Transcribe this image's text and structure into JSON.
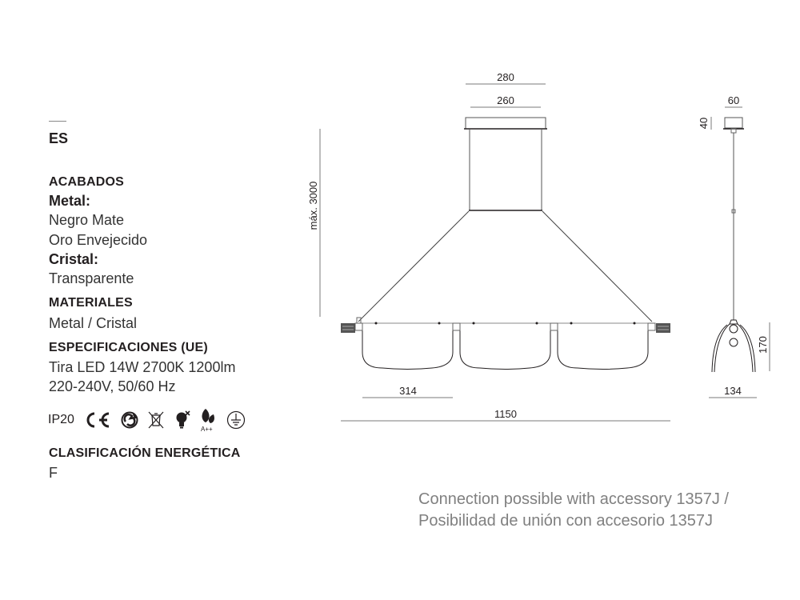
{
  "language": "ES",
  "sections": [
    {
      "heading": "ACABADOS",
      "groups": [
        {
          "label": "Metal:",
          "values": [
            "Negro Mate",
            "Oro Envejecido"
          ]
        },
        {
          "label": "Cristal:",
          "values": [
            "Transparente"
          ]
        }
      ]
    },
    {
      "heading": "MATERIALES",
      "values": [
        "Metal / Cristal"
      ]
    },
    {
      "heading": "ESPECIFICACIONES (UE)",
      "values": [
        "Tira LED 14W 2700K 1200lm",
        "220-240V, 50/60 Hz"
      ]
    },
    {
      "heading": "CLASIFICACIÓN ENERGÉTICA",
      "values": [
        "F"
      ]
    }
  ],
  "certifications": {
    "ip_rating": "IP20",
    "icons": [
      "ce-mark-icon",
      "green-dot-recycle-icon",
      "weee-crossed-bin-icon",
      "bulb-not-replaceable-icon",
      "energy-leaf-icon",
      "earth-ground-icon"
    ],
    "energy_label": "A++"
  },
  "drawing": {
    "dimensions": {
      "canopy_outer": "280",
      "canopy_inner": "260",
      "max_height": "máx. 3000",
      "shade_width": "314",
      "total_width": "1150",
      "side_canopy_width": "60",
      "side_canopy_height": "40",
      "side_shade_height": "170",
      "side_shade_width": "134"
    },
    "colors": {
      "line": "#231f20",
      "dim_line": "#7a7a7a",
      "end_cap": "#555555"
    }
  },
  "note": {
    "line1": "Connection possible with accessory 1357J /",
    "line2": "Posibilidad de unión con accesorio 1357J"
  }
}
